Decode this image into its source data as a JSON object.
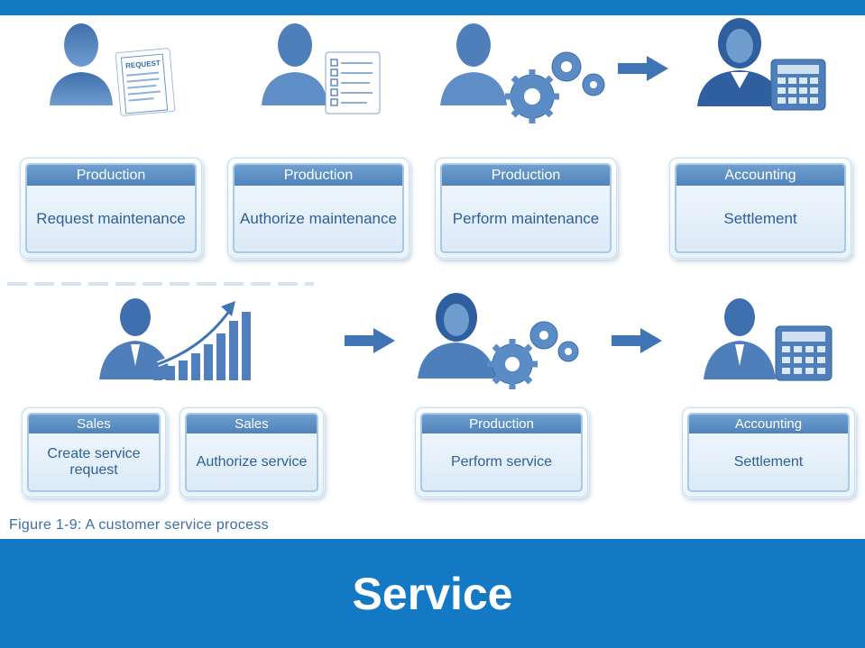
{
  "slide_title": "Service",
  "caption": "Figure 1-9: A customer service process",
  "top_row": [
    {
      "header": "Production",
      "body": "Request maintenance"
    },
    {
      "header": "Production",
      "body": "Authorize maintenance"
    },
    {
      "header": "Production",
      "body": "Perform maintenance"
    },
    {
      "header": "Accounting",
      "body": "Settlement"
    }
  ],
  "bottom_row": [
    {
      "header": "Sales",
      "body": "Create service request"
    },
    {
      "header": "Sales",
      "body": "Authorize service"
    },
    {
      "header": "Production",
      "body": "Perform service"
    },
    {
      "header": "Accounting",
      "body": "Settlement"
    }
  ],
  "icon_request_doc_label": "REQUEST",
  "colors": {
    "bar": "#1479c4",
    "card_header": "#5a8cc4",
    "card_text": "#2e5f99"
  }
}
